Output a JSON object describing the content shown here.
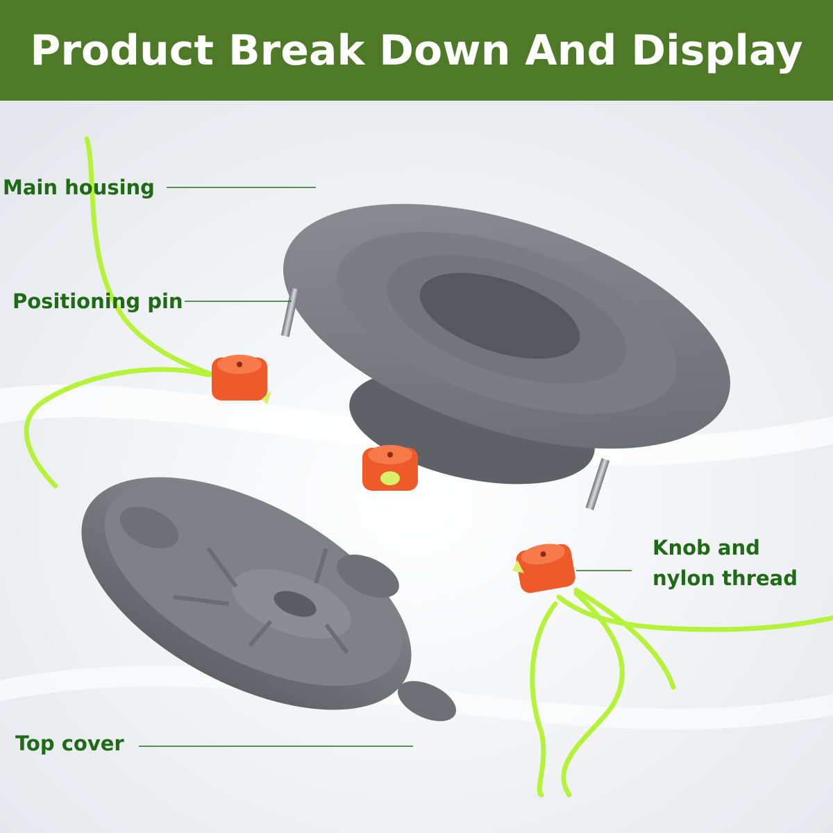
{
  "banner": {
    "title": "Product Break Down And Display",
    "background_color": "#4e7a27",
    "text_color": "#ffffff"
  },
  "callouts": {
    "main_housing": "Main housing",
    "positioning_pin": "Positioning pin",
    "knob_line1": "Knob and",
    "knob_line2": "nylon thread",
    "top_cover": "Top cover",
    "label_color": "#1f6a14"
  },
  "colors": {
    "part_gray": "#7d8185",
    "knob_orange": "#ee5a2a",
    "nylon_green": "#b7f23a"
  }
}
